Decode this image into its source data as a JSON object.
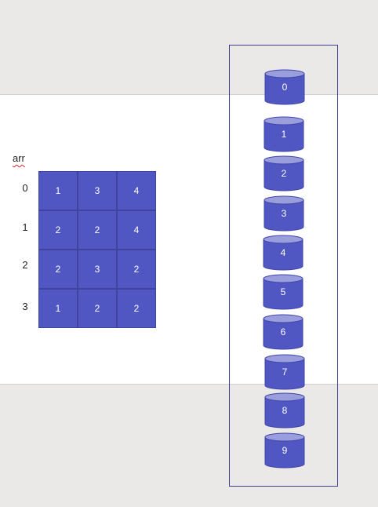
{
  "array": {
    "label": "arr",
    "row_indices": [
      "0",
      "1",
      "2",
      "3"
    ],
    "rows": [
      [
        "1",
        "3",
        "4"
      ],
      [
        "2",
        "2",
        "4"
      ],
      [
        "2",
        "3",
        "2"
      ],
      [
        "1",
        "2",
        "2"
      ]
    ]
  },
  "buckets": {
    "labels": [
      "0",
      "1",
      "2",
      "3",
      "4",
      "5",
      "6",
      "7",
      "8",
      "9"
    ]
  },
  "colors": {
    "cell_fill": "#5157c2",
    "cylinder_body": "#5157c2",
    "cylinder_top": "#9a9edd",
    "frame_border": "#3d418f",
    "slide_bg": "#ffffff",
    "canvas_bg": "#ebe9e7"
  }
}
